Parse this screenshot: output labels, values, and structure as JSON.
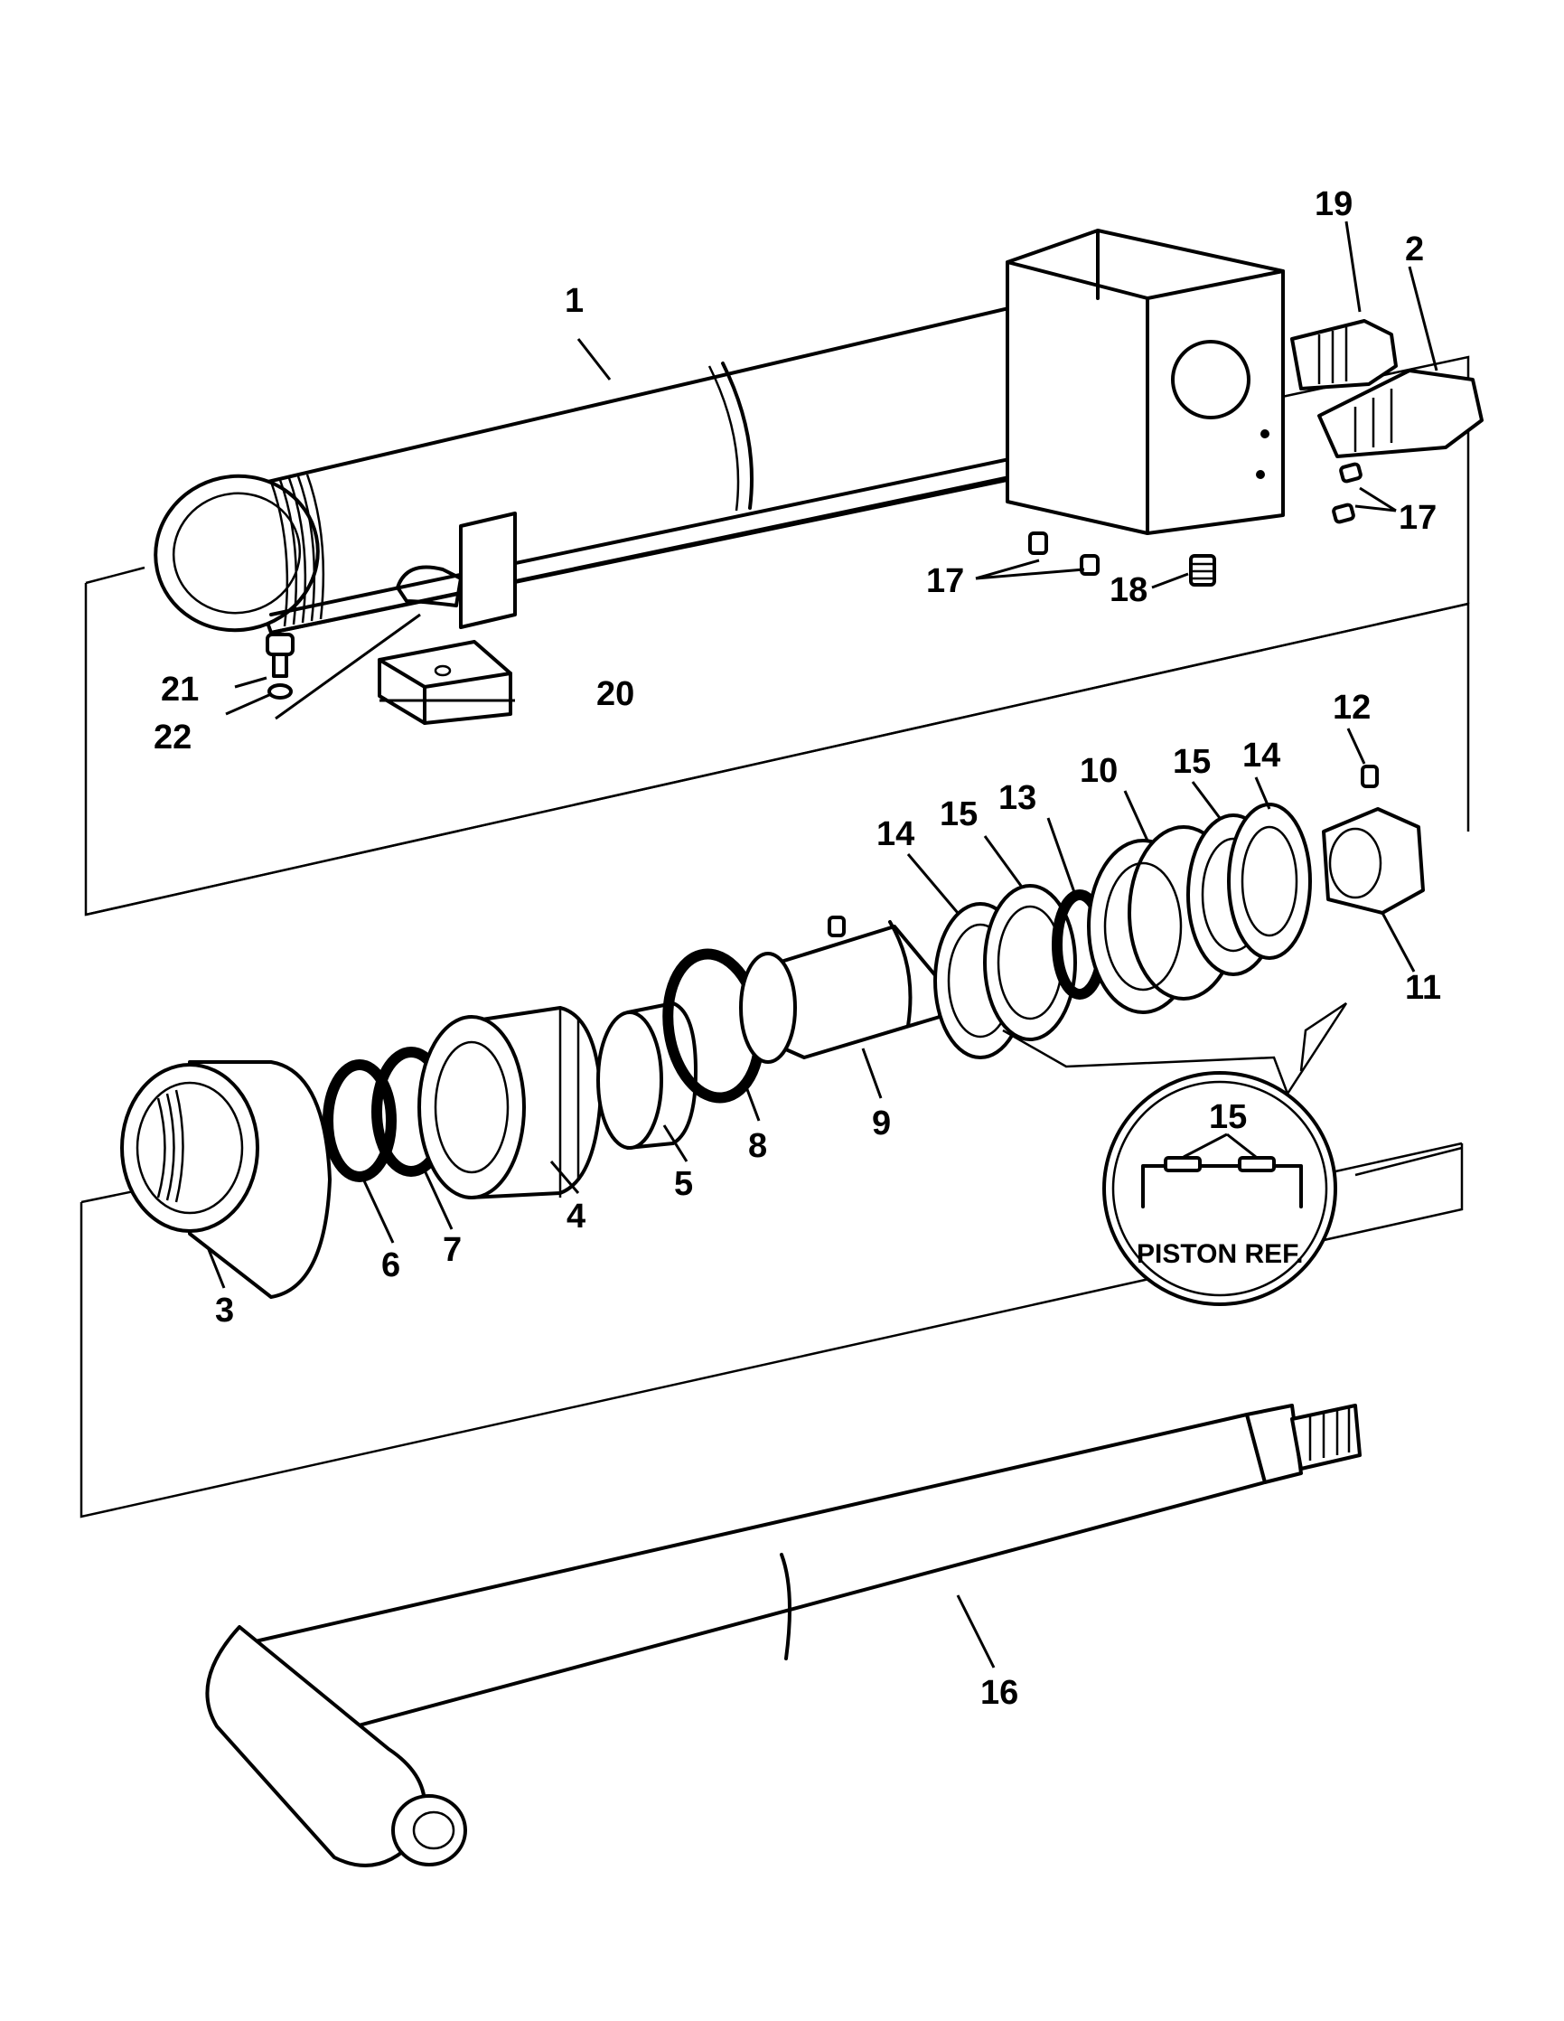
{
  "callouts": {
    "c1": "1",
    "c2": "2",
    "c3": "3",
    "c4": "4",
    "c5": "5",
    "c6": "6",
    "c7": "7",
    "c8": "8",
    "c9": "9",
    "c10": "10",
    "c11": "11",
    "c12": "12",
    "c13": "13",
    "c14a": "14",
    "c14b": "14",
    "c15a": "15",
    "c15b": "15",
    "c15c": "15",
    "c16": "16",
    "c17a": "17",
    "c17b": "17",
    "c18": "18",
    "c19": "19",
    "c20": "20",
    "c21": "21",
    "c22": "22"
  },
  "inset": {
    "caption": "PISTON REF."
  }
}
